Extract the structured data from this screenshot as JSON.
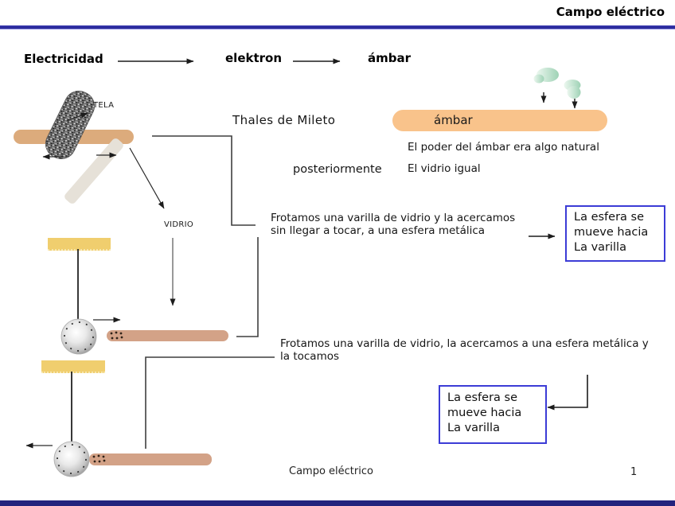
{
  "slide": {
    "title": "Campo eléctrico",
    "flow": {
      "electricity": "Electricidad",
      "elektron": "elektron",
      "amber": "ámbar"
    },
    "history": {
      "thales": "Thales de Mileto",
      "amber_bar_label": "ámbar",
      "amber_note": "El poder del ámbar era algo natural",
      "later": "posteriormente",
      "glass_note": "El vidrio igual"
    },
    "diagram_labels": {
      "tela": "TELA",
      "vidrio": "VIDRIO"
    },
    "experiments": {
      "first": {
        "line1": "Frotamos una varilla de vidrio y la acercamos",
        "line2": "sin llegar a tocar, a una esfera metálica",
        "result_line1": "La esfera se",
        "result_line2": "mueve hacia",
        "result_line3": "La varilla"
      },
      "second": {
        "line1": "Frotamos una varilla de vidrio, la acercamos a una esfera metálica y",
        "line2": "la tocamos",
        "result_line1": "La esfera se",
        "result_line2": "mueve hacia",
        "result_line3": "La varilla"
      }
    },
    "footer": {
      "text": "Campo eléctrico",
      "page": "1"
    },
    "colors": {
      "rule_blue": "#3434ad",
      "bottom_bar": "#23237d",
      "amber_bar": "#f9c38b",
      "rod_top": "#dcab7c",
      "rod_lower": "#d3a287",
      "support_yellow": "#f0ce6e",
      "result_box_border": "#3c3cd6",
      "blob_green": "#9ed2b5"
    }
  }
}
